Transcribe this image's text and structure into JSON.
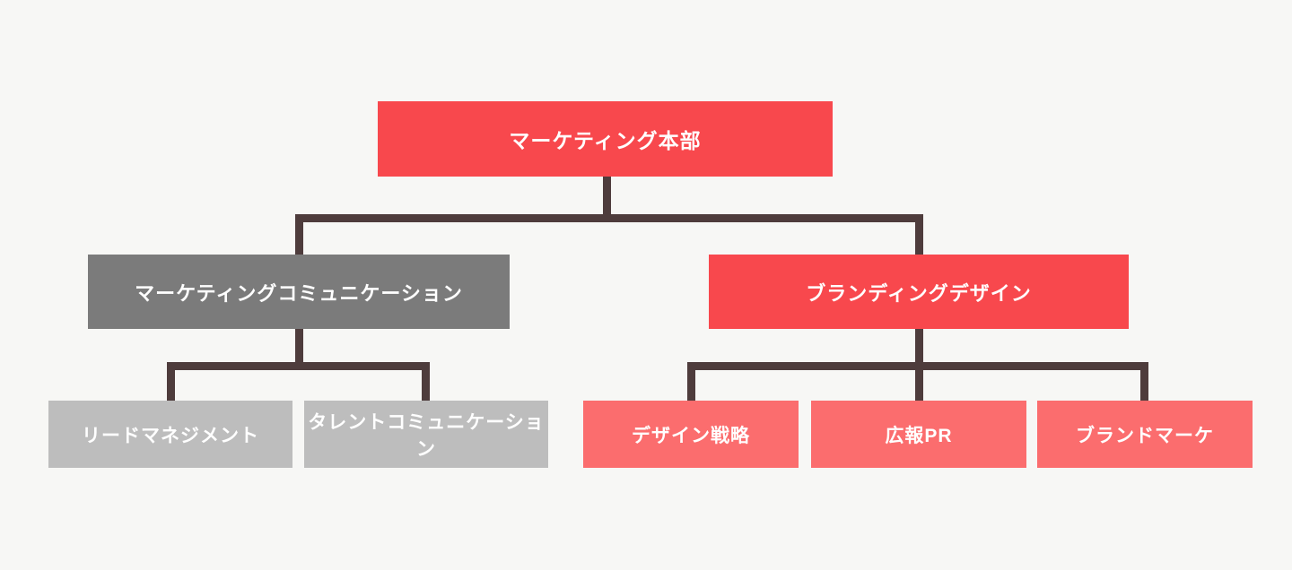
{
  "org_chart": {
    "type": "org-tree",
    "root": {
      "label": "マーケティング本部"
    },
    "branches": [
      {
        "label": "マーケティングコミュニケーション",
        "children": [
          {
            "label": "リードマネジメント"
          },
          {
            "label": "タレントコミュニケーション"
          }
        ]
      },
      {
        "label": "ブランディングデザイン",
        "children": [
          {
            "label": "デザイン戦略"
          },
          {
            "label": "広報PR"
          },
          {
            "label": "ブランドマーケ"
          }
        ]
      }
    ],
    "colors": {
      "background": "#F7F7F5",
      "primary_red": "#F8484D",
      "light_red": "#FB6D6E",
      "dark_gray": "#7B7B7B",
      "light_gray": "#BDBDBD",
      "connector": "#4E3C3C"
    }
  }
}
